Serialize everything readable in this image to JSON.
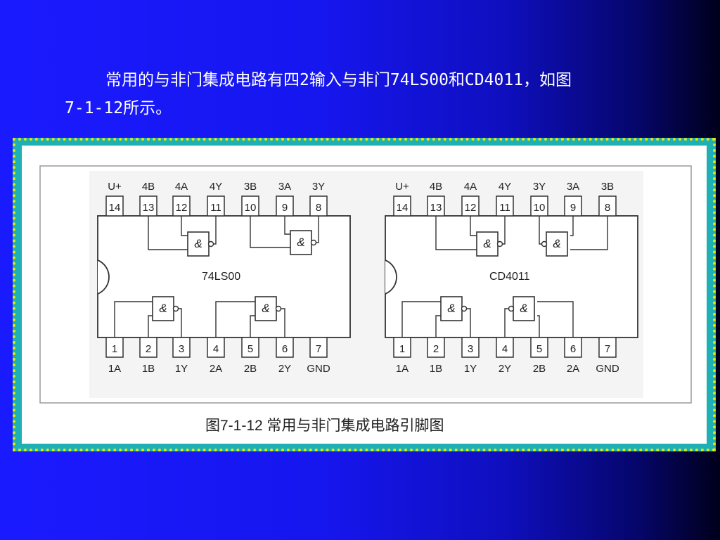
{
  "intro": {
    "line1": "常用的与非门集成电路有四2输入与非门74LS00和CD4011，如图",
    "line2": "7-1-12所示。"
  },
  "diagram": {
    "caption": "图7-1-12  常用与非门集成电路引脚图",
    "gate_symbol": "&",
    "chips": [
      {
        "name": "74LS00",
        "top_pins": [
          {
            "num": "14",
            "label": "U+"
          },
          {
            "num": "13",
            "label": "4B"
          },
          {
            "num": "12",
            "label": "4A"
          },
          {
            "num": "11",
            "label": "4Y"
          },
          {
            "num": "10",
            "label": "3B"
          },
          {
            "num": "9",
            "label": "3A"
          },
          {
            "num": "8",
            "label": "3Y"
          }
        ],
        "bottom_pins": [
          {
            "num": "1",
            "label": "1A"
          },
          {
            "num": "2",
            "label": "1B"
          },
          {
            "num": "3",
            "label": "1Y"
          },
          {
            "num": "4",
            "label": "2A"
          },
          {
            "num": "5",
            "label": "2B"
          },
          {
            "num": "6",
            "label": "2Y"
          },
          {
            "num": "7",
            "label": "GND"
          }
        ]
      },
      {
        "name": "CD4011",
        "top_pins": [
          {
            "num": "14",
            "label": "U+"
          },
          {
            "num": "13",
            "label": "4B"
          },
          {
            "num": "12",
            "label": "4A"
          },
          {
            "num": "11",
            "label": "4Y"
          },
          {
            "num": "10",
            "label": "3Y"
          },
          {
            "num": "9",
            "label": "3A"
          },
          {
            "num": "8",
            "label": "3B"
          }
        ],
        "bottom_pins": [
          {
            "num": "1",
            "label": "1A"
          },
          {
            "num": "2",
            "label": "1B"
          },
          {
            "num": "3",
            "label": "1Y"
          },
          {
            "num": "4",
            "label": "2Y"
          },
          {
            "num": "5",
            "label": "2B"
          },
          {
            "num": "6",
            "label": "2A"
          },
          {
            "num": "7",
            "label": "GND"
          }
        ]
      }
    ]
  }
}
